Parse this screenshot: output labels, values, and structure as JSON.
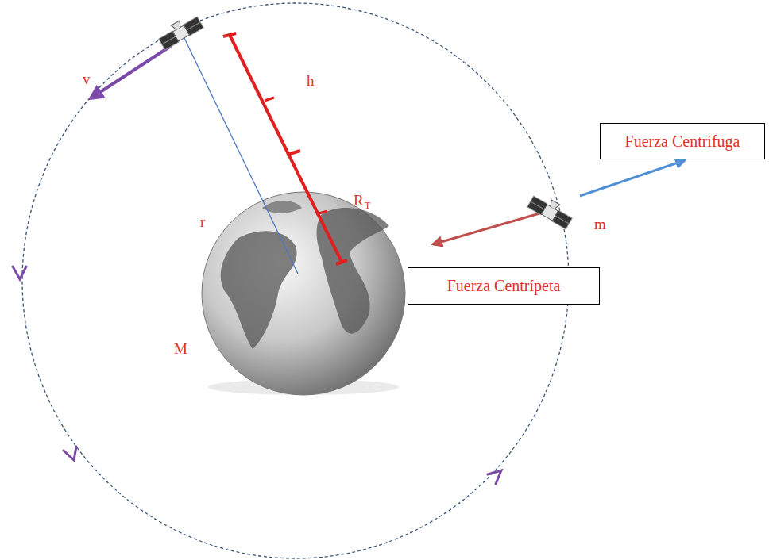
{
  "diagram": {
    "nodes": [
      {
        "text": [
          "Fuerza Centrífuga"
        ]
      },
      {
        "text": [
          "Fuerza Centrípeta"
        ]
      }
    ],
    "labels": [
      "v",
      "h",
      "r",
      "R",
      "T",
      "m",
      "M"
    ]
  }
}
